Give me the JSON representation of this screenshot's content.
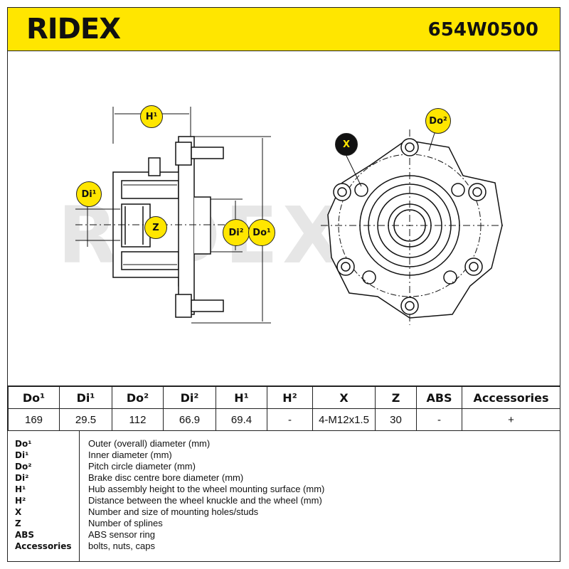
{
  "header": {
    "brand": "RIDEX",
    "part_number": "654W0500",
    "accent_color": "#ffe600"
  },
  "drawing": {
    "watermark": "RIDEX",
    "callouts": {
      "h1": "H¹",
      "di1": "Di¹",
      "z": "Z",
      "di2": "Di²",
      "do1": "Do¹",
      "x": "X",
      "do2": "Do²"
    }
  },
  "specs": {
    "headers": [
      "Do¹",
      "Di¹",
      "Do²",
      "Di²",
      "H¹",
      "H²",
      "X",
      "Z",
      "ABS",
      "Accessories"
    ],
    "values": [
      "169",
      "29.5",
      "112",
      "66.9",
      "69.4",
      "-",
      "4-M12x1.5",
      "30",
      "-",
      "+"
    ]
  },
  "legend": [
    {
      "key": "Do¹",
      "desc": "Outer (overall) diameter (mm)"
    },
    {
      "key": "Di¹",
      "desc": "Inner diameter (mm)"
    },
    {
      "key": "Do²",
      "desc": "Pitch circle diameter (mm)"
    },
    {
      "key": "Di²",
      "desc": "Brake disc centre bore diameter (mm)"
    },
    {
      "key": "H¹",
      "desc": "Hub assembly height to the wheel mounting surface (mm)"
    },
    {
      "key": "H²",
      "desc": "Distance between the wheel knuckle and the wheel (mm)"
    },
    {
      "key": "X",
      "desc": "Number and size of mounting holes/studs"
    },
    {
      "key": "Z",
      "desc": "Number of splines"
    },
    {
      "key": "ABS",
      "desc": "ABS sensor ring"
    },
    {
      "key": "Accessories",
      "desc": "bolts, nuts, caps"
    }
  ]
}
